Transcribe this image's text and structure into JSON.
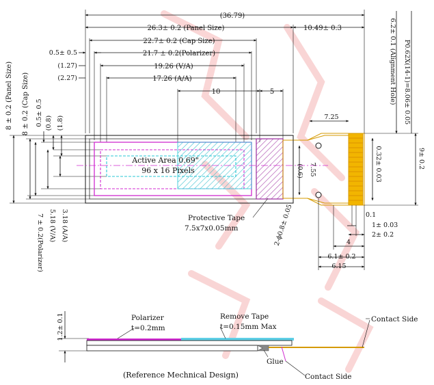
{
  "top_dims": {
    "overall": "(36.79)",
    "panel": "26.3± 0.2 (Panel Size)",
    "fpc": "10.49± 0.3",
    "cap": "22.7± 0.2 (Cap Size)",
    "polarizer": "21.7 ± 0.2(Polarizer)",
    "offset_05": "0.5± 0.5",
    "va": "19.26 (V/A)",
    "va_offset": "(1.27)",
    "aa": "17.26 (A/A)",
    "aa_offset": "(2.27)",
    "ten": "10",
    "five": "5"
  },
  "left_dims": {
    "panel": "8 ± 0.2 (Panel Size)",
    "cap": "8 ± 0.2 (Cap Size)",
    "offset_05": "0.5± 0.5",
    "p08": "(0.8)",
    "p18": "(1.8)",
    "aa": "3.18 (A/A)",
    "va": "5.18 (V/A)",
    "polarizer": "7 ± 0.2(Polarizer)"
  },
  "right_dims": {
    "alignment_hole": "6.2± 0.1 (Alignment Hole)",
    "pitch": "P0.62X(14-1)=8.06± 0.05",
    "nine": "9± 0.2",
    "w725": "7.25",
    "w755": "7.55",
    "p032": "0.32± 0.03",
    "p06": "(0.6)",
    "p01": "0.1",
    "p1": "1± 0.03",
    "p2": "2± 0.2",
    "hole": "2-ϕ0.8± 0.05",
    "four": "4",
    "p61": "6.1± 0.2",
    "p615": "6.15"
  },
  "labels": {
    "active_area": "Active Area 0.69\"",
    "pixels": "96 x 16 Pixels",
    "protective_tape": "Protective Tape",
    "protective_dim": "7.5x7x0.05mm"
  },
  "side_view": {
    "thickness": "1.2± 0.1",
    "polarizer": "Polarizer",
    "polarizer_t": "t=0.2mm",
    "remove_tape": "Remove Tape",
    "remove_tape_t": "t=0.15mm Max",
    "glue": "Glue",
    "contact_side_1": "Contact Side",
    "contact_side_2": "Contact Side",
    "caption": "(Reference Mechnical Design)"
  },
  "colors": {
    "polarizer": "#d02bd0",
    "active_area": "#29c7d6",
    "tape": "#a23aa6",
    "fpc_gold": "#f2b500",
    "fpc_outline": "#d59a00",
    "side_tape": "#5fcfe6",
    "watermark": "#f3b8b8"
  }
}
